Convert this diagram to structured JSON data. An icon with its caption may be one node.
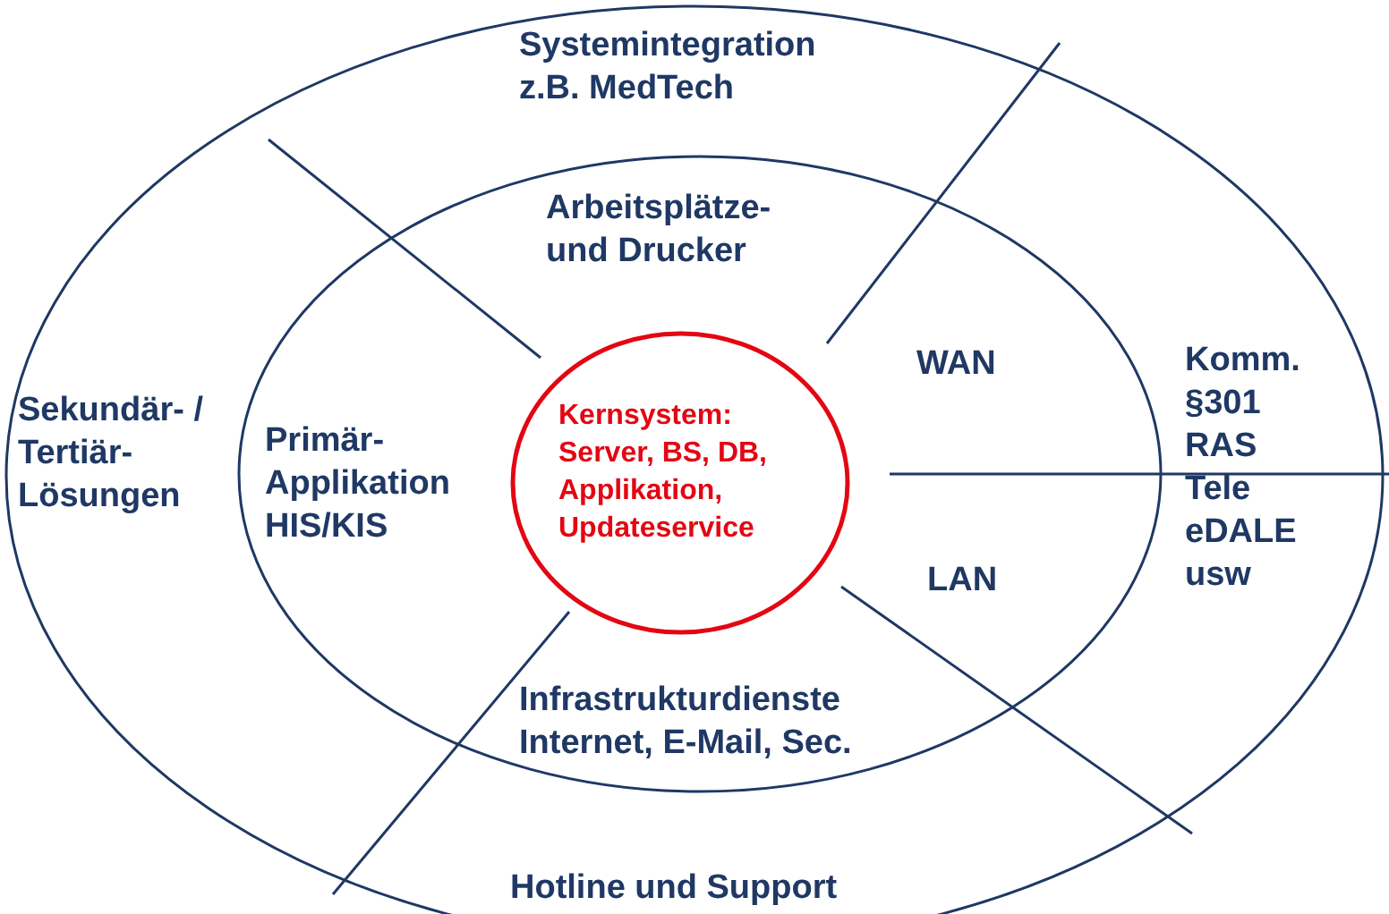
{
  "diagram": {
    "nodes": [
      {
        "text": [
          "Systemintegration z.B. MedTech",
          "Sekundär- / Tertiär- Lösungen",
          "Komm. §301 RAS Tele eDALE usw",
          "Hotline und Support"
        ]
      },
      {
        "text": [
          "Arbeitsplätze- und Drucker",
          "Primär- Applikation HIS/KIS",
          "WAN",
          "LAN",
          "Infrastrukturdienste Internet, E-Mail, Sec."
        ],
        "in": 0
      },
      {
        "text": [
          "Kernsystem: Server, BS, DB, Applikation, Updateservice"
        ],
        "in": 1
      }
    ]
  }
}
